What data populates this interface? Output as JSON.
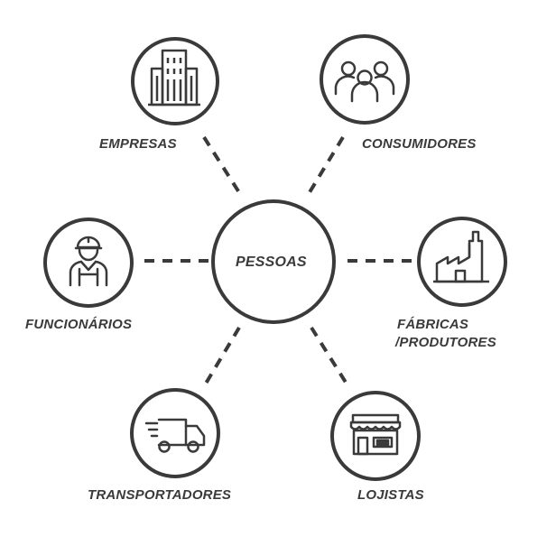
{
  "center": {
    "label": "PESSOAS"
  },
  "nodes": {
    "empresas": {
      "label": "EMPRESAS",
      "icon": "building-icon"
    },
    "consumidores": {
      "label": "CONSUMIDORES",
      "icon": "people-group-icon"
    },
    "funcionarios": {
      "label": "FUNCIONÁRIOS",
      "icon": "worker-icon"
    },
    "fabricas": {
      "label_line1": "FÁBRICAS",
      "label_line2": "/PRODUTORES",
      "icon": "factory-icon"
    },
    "transportadores": {
      "label": "TRANSPORTADORES",
      "icon": "delivery-truck-icon"
    },
    "lojistas": {
      "label": "LOJISTAS",
      "icon": "store-icon"
    }
  },
  "colors": {
    "stroke": "#3a3a3a",
    "background": "#ffffff"
  }
}
